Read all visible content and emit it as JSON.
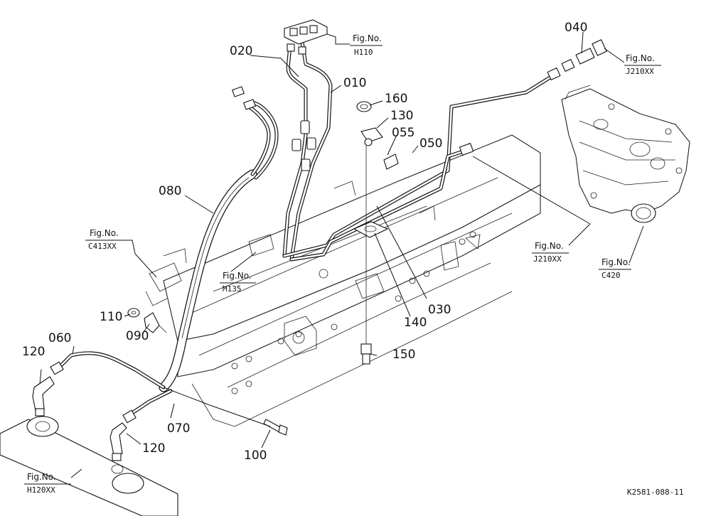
{
  "diagram": {
    "part_labels": {
      "p010": "010",
      "p020": "020",
      "p030": "030",
      "p040": "040",
      "p050": "050",
      "p055": "055",
      "p060": "060",
      "p070": "070",
      "p080": "080",
      "p090": "090",
      "p100": "100",
      "p110": "110",
      "p120a": "120",
      "p120b": "120",
      "p130": "130",
      "p140": "140",
      "p150": "150",
      "p160": "160"
    },
    "fig_refs": {
      "h110": {
        "title": "Fig.No.",
        "code": "H110"
      },
      "j210_top": {
        "title": "Fig.No.",
        "code": "J210XX"
      },
      "j210_mid": {
        "title": "Fig.No.",
        "code": "J210XX"
      },
      "c420": {
        "title": "Fig.No.",
        "code": "C420"
      },
      "c413": {
        "title": "Fig.No.",
        "code": "C413XX"
      },
      "m135": {
        "title": "Fig.No.",
        "code": "M135"
      },
      "h120": {
        "title": "Fig.No.",
        "code": "H120XX"
      }
    },
    "drawing_code": "K2581-088-11"
  }
}
